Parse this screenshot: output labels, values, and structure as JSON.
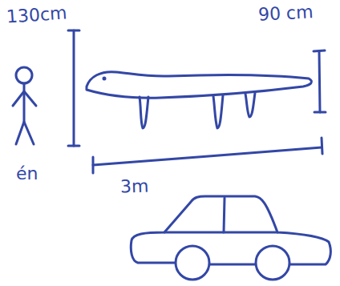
{
  "diagram": {
    "labels": [
      "130cm",
      "90 cm",
      "én",
      "3m"
    ]
  }
}
